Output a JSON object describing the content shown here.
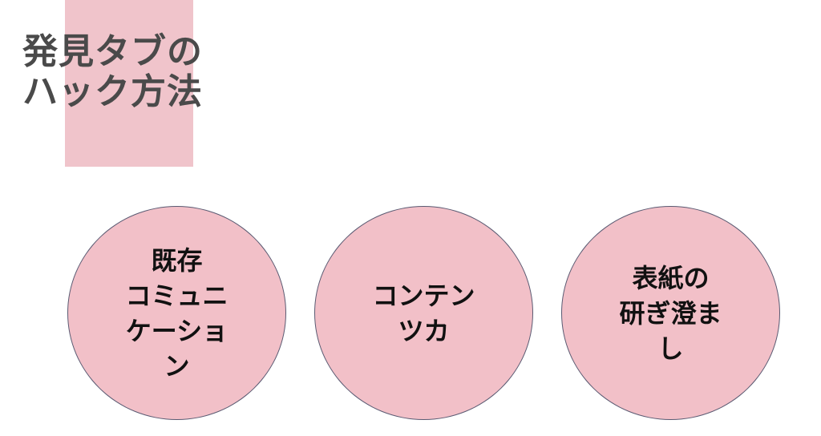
{
  "title": {
    "lines": [
      "発見タブの",
      "ハック方法"
    ]
  },
  "circles": [
    {
      "lines": [
        "既存",
        "コミュニ",
        "ケーショ",
        "ン"
      ]
    },
    {
      "lines": [
        "コンテン",
        "ツカ"
      ]
    },
    {
      "lines": [
        "表紙の",
        "研ぎ澄ま",
        "し"
      ]
    }
  ],
  "colors": {
    "accent": "#f0c4cb",
    "circle_fill": "#f2c0c8",
    "circle_border": "#5a5a72",
    "title_text": "#4a4a4a",
    "circle_text": "#111111"
  }
}
